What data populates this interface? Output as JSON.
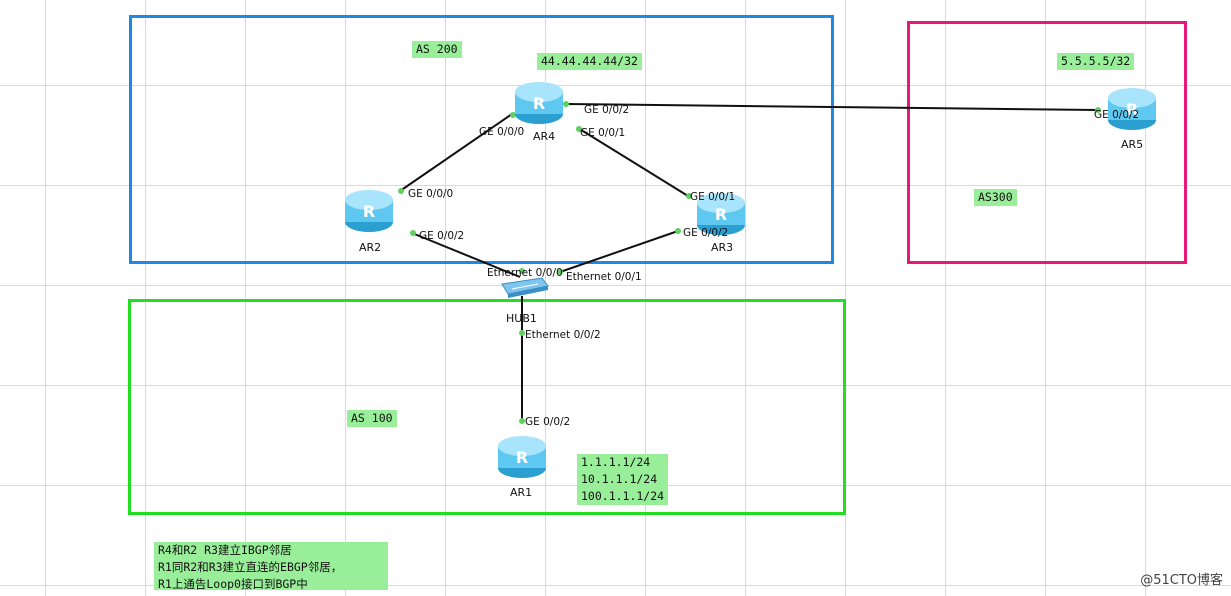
{
  "areas": {
    "as200_label": "AS 200",
    "as300_label": "AS300",
    "as100_label": "AS 100"
  },
  "devices": {
    "ar1": "AR1",
    "ar2": "AR2",
    "ar3": "AR3",
    "ar4": "AR4",
    "ar5": "AR5",
    "hub1": "HUB1"
  },
  "addresses": {
    "ar4_loopback": "44.44.44.44/32",
    "ar5_loopback": "5.5.5.5/32",
    "ar1_networks": "1.1.1.1/24\n10.1.1.1/24\n100.1.1.1/24"
  },
  "interfaces": {
    "ar4_ge002": "GE 0/0/2",
    "ar4_ge000": "GE 0/0/0",
    "ar4_ge001": "GE 0/0/1",
    "ar2_ge000": "GE 0/0/0",
    "ar2_ge002": "GE 0/0/2",
    "ar3_ge001": "GE 0/0/1",
    "ar3_ge002": "GE 0/0/2",
    "ar5_ge002": "GE 0/0/2",
    "hub_eth000": "Ethernet 0/0/0",
    "hub_eth001": "Ethernet 0/0/1",
    "hub_eth002": "Ethernet 0/0/2",
    "ar1_ge002": "GE 0/0/2"
  },
  "notes": {
    "config_summary": "R4和R2 R3建立IBGP邻居\nR1同R2和R3建立直连的EBGP邻居，\nR1上通告Loop0接口到BGP中"
  },
  "watermark": "@51CTO博客",
  "colors": {
    "as200_border": "#1e88e5",
    "as300_border": "#e6197a",
    "as100_border": "#22dd22",
    "label_bg": "#99ee99",
    "port_dot": "#5ed15e",
    "router_body": "#5ec8f0"
  },
  "icons": {
    "router": "router-icon",
    "hub": "hub-icon"
  }
}
